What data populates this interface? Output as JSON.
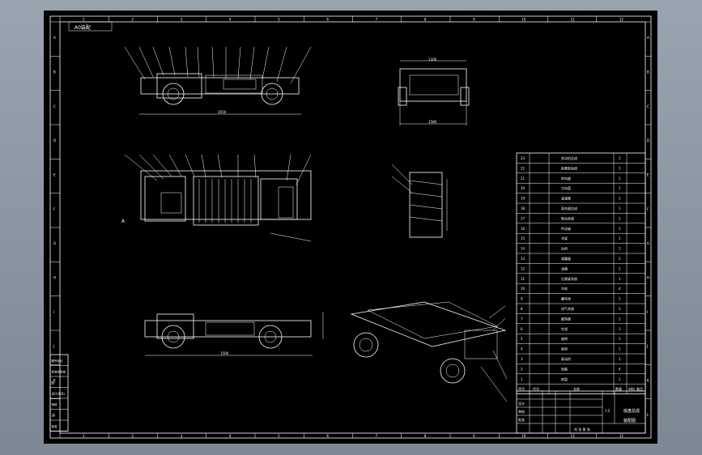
{
  "app": {
    "name": "CAD drawing viewer"
  },
  "sheet": {
    "tag": "A0装配",
    "border_cols": [
      "1",
      "2",
      "3",
      "4",
      "5",
      "6",
      "7",
      "8",
      "9",
      "10",
      "11",
      "12"
    ],
    "border_rows": [
      "A",
      "B",
      "C",
      "D",
      "E",
      "F",
      "G",
      "H",
      "I",
      "J",
      "K",
      "L"
    ]
  },
  "views": {
    "top_view_label": "A",
    "bottom_dim": "2650",
    "front_dim": "1500",
    "side_top_dim": "1200",
    "side_bottom_dim": "1580"
  },
  "left_block": {
    "rows": [
      "图号标记",
      "标准化审查",
      "图",
      "设计(签名)",
      "审核",
      "日",
      "批准"
    ]
  },
  "bom": {
    "rows": [
      {
        "no": "23",
        "name": "发动机总成",
        "qty": "1"
      },
      {
        "no": "22",
        "name": "前悬架系统",
        "qty": "1"
      },
      {
        "no": "21",
        "name": "转向器",
        "qty": "1"
      },
      {
        "no": "20",
        "name": "方向盘",
        "qty": "1"
      },
      {
        "no": "19",
        "name": "变速器",
        "qty": "1"
      },
      {
        "no": "18",
        "name": "离合器总成",
        "qty": "1"
      },
      {
        "no": "17",
        "name": "制动系统",
        "qty": "1"
      },
      {
        "no": "16",
        "name": "传动轴",
        "qty": "1"
      },
      {
        "no": "15",
        "name": "车架",
        "qty": "1"
      },
      {
        "no": "14",
        "name": "后桥",
        "qty": "1"
      },
      {
        "no": "13",
        "name": "减震器",
        "qty": "2"
      },
      {
        "no": "12",
        "name": "油箱",
        "qty": "1"
      },
      {
        "no": "11",
        "name": "后悬架系统",
        "qty": "1"
      },
      {
        "no": "10",
        "name": "车轮",
        "qty": "4"
      },
      {
        "no": "9",
        "name": "蓄电池",
        "qty": "1"
      },
      {
        "no": "8",
        "name": "排气系统",
        "qty": "1"
      },
      {
        "no": "7",
        "name": "散热器",
        "qty": "1"
      },
      {
        "no": "6",
        "name": "空滤",
        "qty": "1"
      },
      {
        "no": "5",
        "name": "座椅",
        "qty": "1"
      },
      {
        "no": "4",
        "name": "前桥",
        "qty": "1"
      },
      {
        "no": "3",
        "name": "驱动桥",
        "qty": "1"
      },
      {
        "no": "2",
        "name": "轮毂",
        "qty": "4"
      },
      {
        "no": "1",
        "name": "底盘",
        "qty": "1"
      }
    ],
    "header": {
      "no": "序号",
      "code": "代号",
      "name": "名称",
      "qty": "数量",
      "mat": "材料",
      "note": "备注"
    }
  },
  "title_block": {
    "drawing_title": "底盘总成",
    "drawing_no": "装配图",
    "scale": "1:5",
    "designer": "设计",
    "checker": "审核",
    "approver": "批准",
    "sheet_info": "共 张 第 张"
  }
}
